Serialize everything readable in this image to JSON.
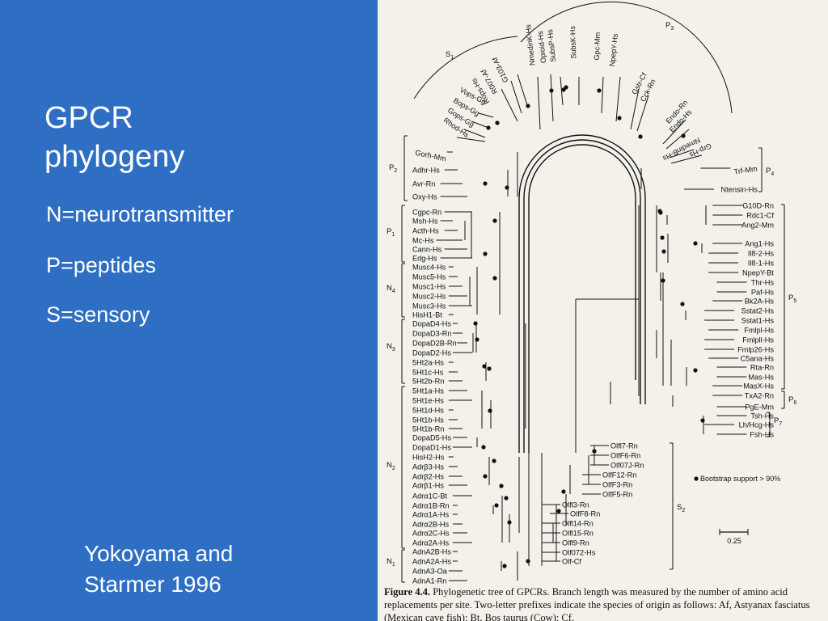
{
  "slide": {
    "title": "GPCR phylogeny",
    "legend": [
      "N=neurotransmitter",
      "P=peptides",
      "S=sensory"
    ],
    "credit": "Yokoyama and Starmer 1996",
    "colors": {
      "background": "#2e6fc4",
      "text": "#ffffff",
      "figure_paper": "#f3f1ea",
      "figure_ink": "#111111"
    }
  },
  "figure": {
    "top_arc_leaves": [
      "Rhod-Hs",
      "Gops-Gg",
      "Bops-Gg",
      "Vops-Gg",
      "Rops-Hs",
      "R007-Af",
      "G103-Af",
      "NmedinK-Hs",
      "Opioid-Hs",
      "SubsP-Hs",
      "SubsK-Hs",
      "Gpc-Mm",
      "NpepY-Hs",
      "Gstr-Cf",
      "Cck-Rn",
      "Endo-Rn",
      "Endo-Hs",
      "NmedinB-Hs",
      "Grp-Hs"
    ],
    "left_leaves": [
      "Gorh-Mm",
      "Adhr-Hs",
      "Avr-Rn",
      "Oxy-Hs",
      "Cgpc-Rn",
      "Msh-Hs",
      "Acth-Hs",
      "Mc-Hs",
      "Cann-Hs",
      "Edg-Hs",
      "Musc4-Hs",
      "Musc5-Hs",
      "Musc1-Hs",
      "Musc2-Hs",
      "Musc3-Hs",
      "HisH1-Bt",
      "DopaD4-Hs",
      "DopaD3-Rn",
      "DopaD2B-Rn",
      "DopaD2-Hs",
      "5Ht2a-Hs",
      "5Ht1c-Hs",
      "5Ht2b-Rn",
      "5Ht1a-Hs",
      "5Ht1e-Hs",
      "5Ht1d-Hs",
      "5Ht1b-Hs",
      "5Ht1b-Rn",
      "DopaD5-Hs",
      "DopaD1-Hs",
      "HisH2-Hs",
      "Adrβ3-Hs",
      "Adrβ2-Hs",
      "Adrβ1-Hs",
      "Adrα1C-Bt",
      "Adrα1B-Rn",
      "Adrα1A-Hs",
      "Adrα2B-Hs",
      "Adrα2C-Hs",
      "Adrα2A-Hs",
      "AdnA2B-Hs",
      "AdnA2A-Hs",
      "AdnA3-Oa",
      "AdnA1-Rn"
    ],
    "right_leaves": [
      "Trf-Mm",
      "Ntensin-Hs",
      "G10D-Rn",
      "Rdc1-Cf",
      "Ang2-Mm",
      "Ang1-Hs",
      "Il8-2-Hs",
      "Il8-1-Hs",
      "NpepY-Bt",
      "Thr-Hs",
      "Paf-Hs",
      "Bk2A-Hs",
      "Sstat2-Hs",
      "Sstat1-Hs",
      "Fmlpl-Hs",
      "Fmlpll-Hs",
      "Fmlp26-Hs",
      "C5ana-Hs",
      "Rta-Rn",
      "Mas-Hs",
      "MasX-Hs",
      "TxA2-Rn",
      "PgE-Mm",
      "Tsh-Hs",
      "Lh/Hcg-Hs",
      "Fsh-Hs"
    ],
    "olf_leaves": [
      "Olfl7-Rn",
      "OlfF6-Rn",
      "Olf07J-Rn",
      "OlfF12-Rn",
      "OlfF3-Rn",
      "OlfF5-Rn",
      "Olfl3-Rn",
      "OlfF8-Rn",
      "Olfl14-Rn",
      "Olfl15-Rn",
      "Olfl9-Rn",
      "Olf072-Hs",
      "Olf-Cf"
    ],
    "group_labels": [
      "S1",
      "P3",
      "P2",
      "P4",
      "P1",
      "N4",
      "N3",
      "N2",
      "N1",
      "P5",
      "P6",
      "P7",
      "S2"
    ],
    "bootstrap_legend": "● Bootstrap support > 90%",
    "scale_label": "0.25",
    "caption_label": "Figure 4.4.",
    "caption_text": "Phylogenetic tree of GPCRs. Branch length was measured by the number of amino acid replacements per site. Two-letter prefixes indicate the species of origin as follows: Af, Astyanax fasciatus (Mexican cave fish); Bt, Bos taurus (Cow); Cf,"
  }
}
